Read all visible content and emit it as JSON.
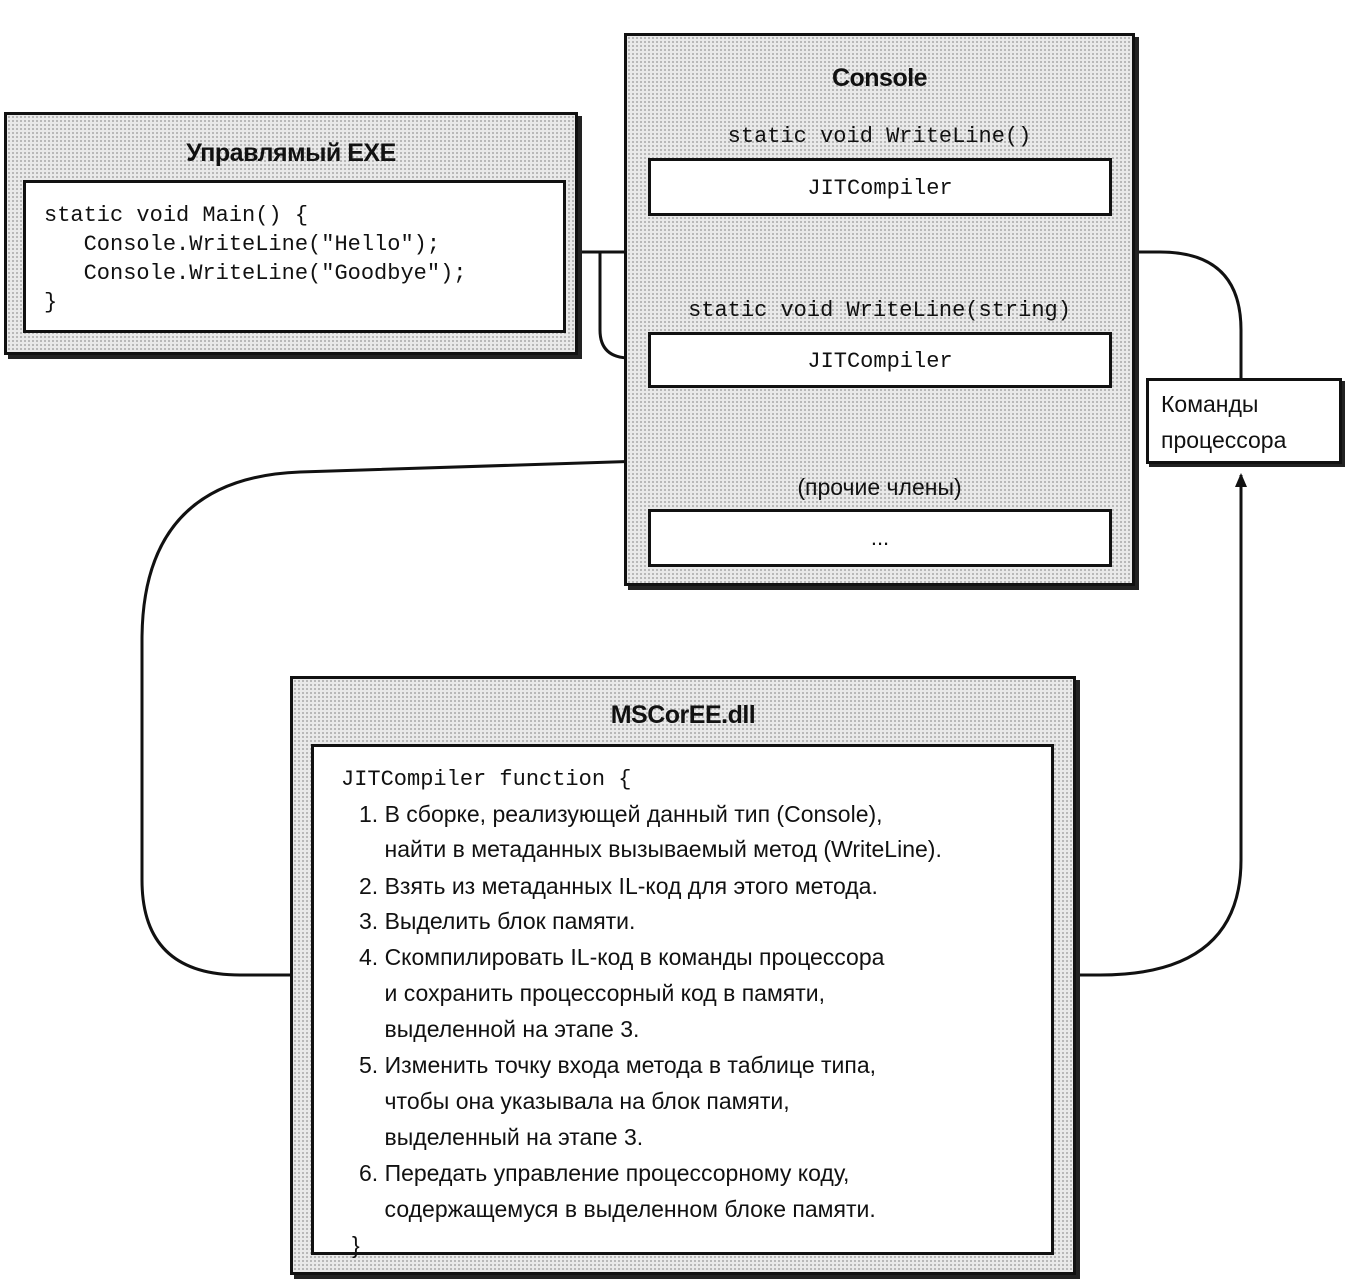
{
  "exe": {
    "title": "Управлямый EXE",
    "code": [
      "static void Main() {",
      "   Console.WriteLine(\"Hello\");",
      "   Console.WriteLine(\"Goodbye\");",
      "}"
    ]
  },
  "console": {
    "title": "Console",
    "method1": "static void WriteLine()",
    "method1_stub": "JITCompiler",
    "method2": "static void WriteLine(string)",
    "method2_stub": "JITCompiler",
    "others_label": "(прочие члены)",
    "others_stub": "..."
  },
  "cpu_box": {
    "line1": "Команды",
    "line2": "процессора"
  },
  "mscoree": {
    "title": "MSCorEE.dll",
    "header": "JITCompiler function {",
    "steps": [
      "1. В сборке, реализующей данный тип (Console),",
      "    найти в метаданных вызываемый метод (WriteLine).",
      "2. Взять из метаданных IL-код для этого метода.",
      "3. Выделить блок памяти.",
      "4. Скомпилировать IL-код в команды процессора",
      "    и сохранить процессорный код в памяти,",
      "    выделенной на этапе 3.",
      "5. Изменить точку входа метода в таблице типа,",
      "    чтобы она указывала на блок памяти,",
      "    выделенный на этапе 3.",
      "6. Передать управление процессорному коду,",
      "    содержащемуся в выделенном блоке памяти."
    ],
    "footer": "}"
  }
}
